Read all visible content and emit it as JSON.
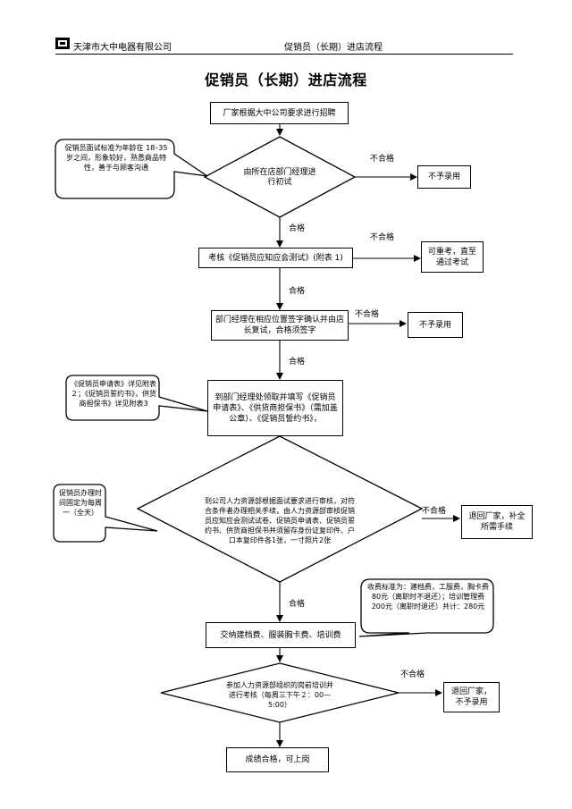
{
  "header": {
    "company": "天津市大中电器有限公司",
    "doc_title": "促销员（长期）进店流程"
  },
  "title": "促销员（长期）进店流程",
  "steps": {
    "recruit": "厂家根据大中公司要求进行招聘",
    "initial_interview": "由所在店部门经理进行初试",
    "knowledge_test": "考核《促销员应知应会测试》(附表 1)",
    "manager_sign": "部门经理在相应位置签字确认并由店长复试，合格须签字",
    "fill_forms": "到部门经理处领取并填写《促销员申请表》、《供货商担保书》（需加盖公章）、《促销员誓约书》，",
    "hr_review": "到公司人力资源部根据面试要求进行审核，对符合条件者办理相关手续，由人力资源部审核促销员应知应会测试试卷、促销员申请表、促销员誓约书、供货商担保书并须留存身份证复印件、户口本复印件各1张，一寸照片2张",
    "fees": "交纳建档费、服装胸卡费、培训费",
    "training": "参加人力资源部组织的岗前培训并进行考核（每周三下午２：00—5:00）",
    "pass_final": "成绩合格，可上岗"
  },
  "outcomes": {
    "reject1": "不予录用",
    "retest": "可重考，直至通过考试",
    "reject2": "不予录用",
    "return_docs": "退回厂家，补全所需手续",
    "return_reject": "退回厂家，不予录用"
  },
  "callouts": {
    "interview_criteria": "促销员面试标准为年龄在 18–35 岁之间，形象较好，熟悉商品特性，善于与顾客沟通",
    "form_refs": "《促销员申请表》详见附表２；《促销员誓约书》，供货商担保书》详见附表3",
    "hours": "促销员办理时间固定为每周一（全天）",
    "fee_standard": "收费标准为：建档费，工服费，胸卡费80元（离职时不退还）；培训管理费 200元（离职时退还）共计：280元"
  },
  "labels": {
    "fail": "不合格",
    "pass": "合格"
  }
}
